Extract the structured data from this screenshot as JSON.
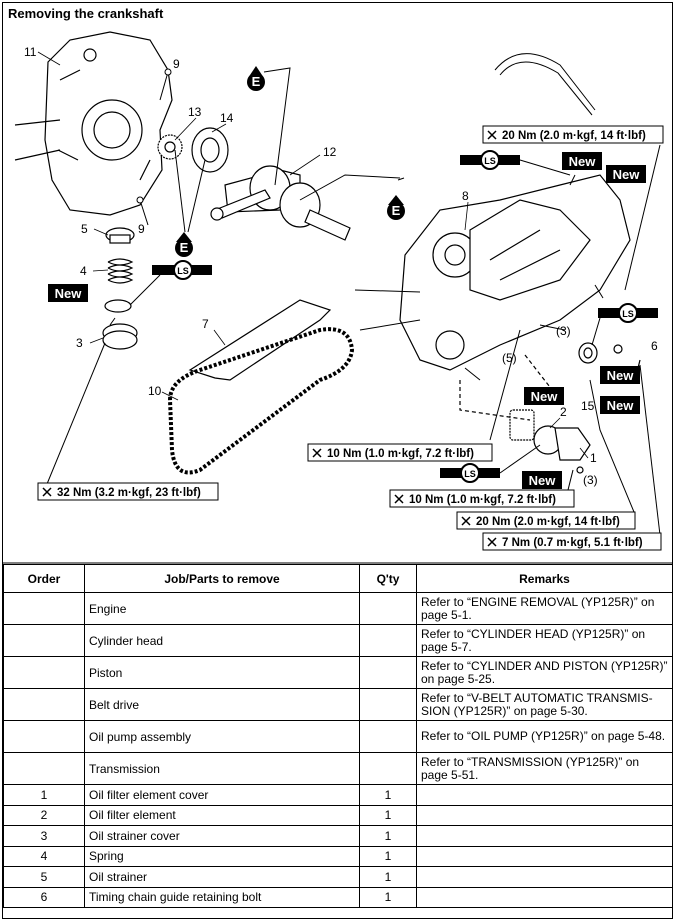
{
  "title": "Removing the crankshaft",
  "diagram": {
    "callouts": [
      "11",
      "9",
      "13",
      "14",
      "12",
      "8",
      "5",
      "9",
      "4",
      "3",
      "7",
      "10",
      "2",
      "1",
      "6",
      "15",
      "(3)",
      "(5)",
      "(3)"
    ],
    "new_label": "New",
    "lubricant_E": "E",
    "lubricant_LS": "LS",
    "torques": [
      "20 Nm (2.0 m·kgf, 14 ft·lbf)",
      "10 Nm (1.0 m·kgf, 7.2 ft·lbf)",
      "32 Nm (3.2 m·kgf, 23 ft·lbf)",
      "10 Nm (1.0 m·kgf, 7.2 ft·lbf)",
      "20 Nm (2.0 m·kgf, 14 ft·lbf)",
      "7 Nm (0.7 m·kgf, 5.1 ft·lbf)"
    ]
  },
  "table": {
    "headers": [
      "Order",
      "Job/Parts to remove",
      "Q'ty",
      "Remarks"
    ],
    "rows": [
      {
        "order": "",
        "job": "Engine",
        "qty": "",
        "remarks": "Refer to “ENGINE REMOVAL (YP125R)” on page 5-1."
      },
      {
        "order": "",
        "job": "Cylinder head",
        "qty": "",
        "remarks": "Refer to “CYLINDER HEAD (YP125R)” on page 5-7."
      },
      {
        "order": "",
        "job": "Piston",
        "qty": "",
        "remarks": "Refer to “CYLINDER AND PISTON (YP125R)” on page 5-25."
      },
      {
        "order": "",
        "job": "Belt drive",
        "qty": "",
        "remarks": "Refer to “V-BELT AUTOMATIC TRANSMIS-SION (YP125R)” on page 5-30."
      },
      {
        "order": "",
        "job": "Oil pump assembly",
        "qty": "",
        "remarks": "Refer to “OIL PUMP (YP125R)” on page 5-48."
      },
      {
        "order": "",
        "job": "Transmission",
        "qty": "",
        "remarks": "Refer to “TRANSMISSION (YP125R)” on page 5-51."
      },
      {
        "order": "1",
        "job": "Oil filter element cover",
        "qty": "1",
        "remarks": ""
      },
      {
        "order": "2",
        "job": "Oil filter element",
        "qty": "1",
        "remarks": ""
      },
      {
        "order": "3",
        "job": "Oil strainer cover",
        "qty": "1",
        "remarks": ""
      },
      {
        "order": "4",
        "job": "Spring",
        "qty": "1",
        "remarks": ""
      },
      {
        "order": "5",
        "job": "Oil strainer",
        "qty": "1",
        "remarks": ""
      },
      {
        "order": "6",
        "job": "Timing chain guide retaining bolt",
        "qty": "1",
        "remarks": ""
      }
    ]
  }
}
